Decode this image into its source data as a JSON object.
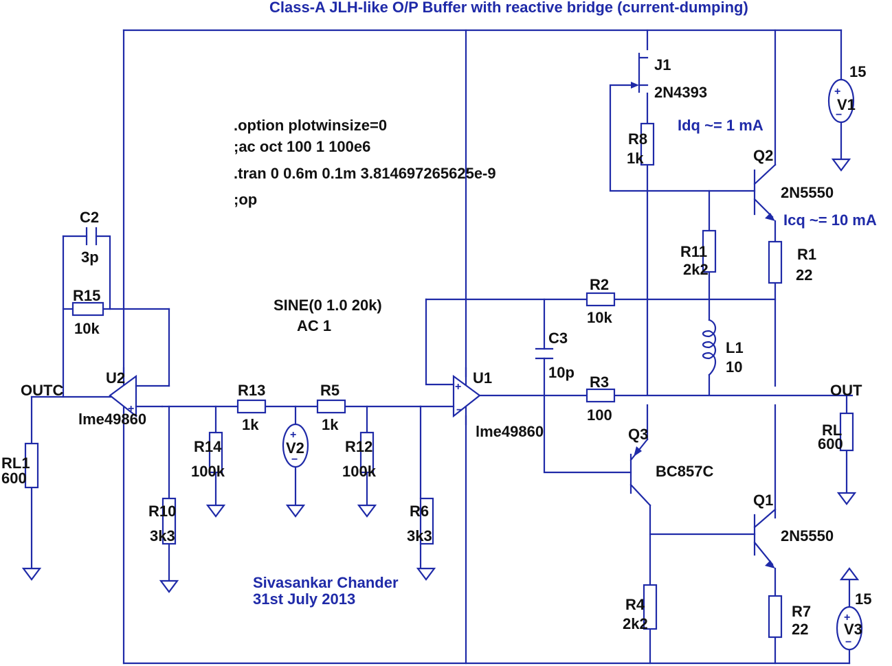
{
  "title": "Class-A JLH-like O/P Buffer with reactive bridge (current-dumping)",
  "directives": {
    "line1": ".option plotwinsize=0",
    "line2": ";ac oct 100 1 100e6",
    "line3": ".tran 0 0.6m 0.1m 3.814697265625e-9",
    "line4": ";op"
  },
  "source_spec": {
    "sine": "SINE(0 1.0 20k)",
    "ac": "AC 1"
  },
  "annotations": {
    "idq": "Idq ~= 1 mA",
    "icq": "Icq ~= 10 mA"
  },
  "author": {
    "name": "Sivasankar Chander",
    "date": "31st July 2013"
  },
  "nets": {
    "outc": "OUTC",
    "out": "OUT"
  },
  "components": {
    "J1": {
      "ref": "J1",
      "value": "2N4393"
    },
    "Q1": {
      "ref": "Q1",
      "value": "2N5550"
    },
    "Q2": {
      "ref": "Q2",
      "value": "2N5550"
    },
    "Q3": {
      "ref": "Q3",
      "value": "BC857C"
    },
    "U1": {
      "ref": "U1",
      "value": "lme49860"
    },
    "U2": {
      "ref": "U2",
      "value": "lme49860"
    },
    "V1": {
      "ref": "V1",
      "value": "15"
    },
    "V2": {
      "ref": "V2"
    },
    "V3": {
      "ref": "V3",
      "value": "15"
    },
    "R1": {
      "ref": "R1",
      "value": "22"
    },
    "R2": {
      "ref": "R2",
      "value": "10k"
    },
    "R3": {
      "ref": "R3",
      "value": "100"
    },
    "R4": {
      "ref": "R4",
      "value": "2k2"
    },
    "R5": {
      "ref": "R5",
      "value": "1k"
    },
    "R6": {
      "ref": "R6",
      "value": "3k3"
    },
    "R7": {
      "ref": "R7",
      "value": "22"
    },
    "R8": {
      "ref": "R8",
      "value": "1k"
    },
    "R10": {
      "ref": "R10",
      "value": "3k3"
    },
    "R11": {
      "ref": "R11",
      "value": "2k2"
    },
    "R12": {
      "ref": "R12",
      "value": "100k"
    },
    "R13": {
      "ref": "R13",
      "value": "1k"
    },
    "R14": {
      "ref": "R14",
      "value": "100k"
    },
    "R15": {
      "ref": "R15",
      "value": "10k"
    },
    "RL": {
      "ref": "RL",
      "value": "600"
    },
    "RL1": {
      "ref": "RL1",
      "value": "600"
    },
    "C2": {
      "ref": "C2",
      "value": "3p"
    },
    "C3": {
      "ref": "C3",
      "value": "10p"
    },
    "L1": {
      "ref": "L1",
      "value": "10"
    }
  },
  "colors": {
    "wire": "#1f2aa8",
    "label": "#111111",
    "note": "#1f2aa8",
    "background": "#ffffff"
  }
}
